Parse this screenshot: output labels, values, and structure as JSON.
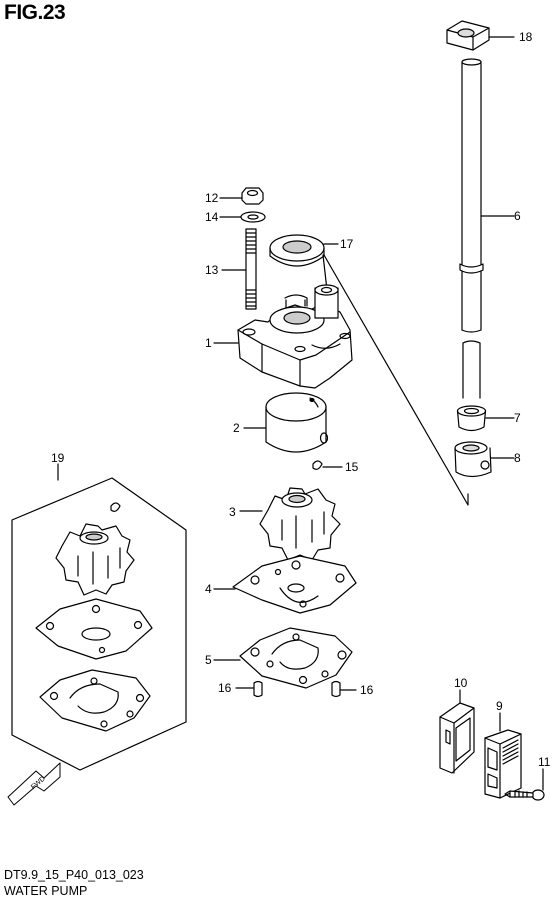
{
  "figure": {
    "title": "FIG.23",
    "code": "DT9.9_15_P40_013_023",
    "name": "WATER PUMP"
  },
  "callouts": [
    {
      "id": "c1",
      "label": "1"
    },
    {
      "id": "c2",
      "label": "2"
    },
    {
      "id": "c3",
      "label": "3"
    },
    {
      "id": "c4",
      "label": "4"
    },
    {
      "id": "c5",
      "label": "5"
    },
    {
      "id": "c6",
      "label": "6"
    },
    {
      "id": "c7",
      "label": "7"
    },
    {
      "id": "c8",
      "label": "8"
    },
    {
      "id": "c9",
      "label": "9"
    },
    {
      "id": "c10",
      "label": "10"
    },
    {
      "id": "c11",
      "label": "11"
    },
    {
      "id": "c12",
      "label": "12"
    },
    {
      "id": "c13",
      "label": "13"
    },
    {
      "id": "c14",
      "label": "14"
    },
    {
      "id": "c15",
      "label": "15"
    },
    {
      "id": "c16a",
      "label": "16"
    },
    {
      "id": "c16b",
      "label": "16"
    },
    {
      "id": "c17",
      "label": "17"
    },
    {
      "id": "c18",
      "label": "18"
    },
    {
      "id": "c19",
      "label": "19"
    }
  ],
  "direction_marker": {
    "text": "FWD"
  }
}
